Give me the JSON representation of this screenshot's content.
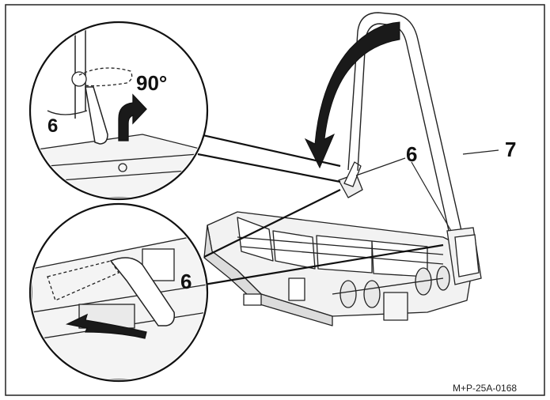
{
  "figure": {
    "angle_label": "90°",
    "callouts": {
      "latch_top": "6",
      "latch_main": "6",
      "latch_bottom": "6",
      "frame": "7"
    },
    "code": "M+P-25A-0168",
    "colors": {
      "ink": "#111111",
      "paper": "#ffffff",
      "shade": "#d9d9d9",
      "arrow": "#1a1a1a"
    }
  }
}
